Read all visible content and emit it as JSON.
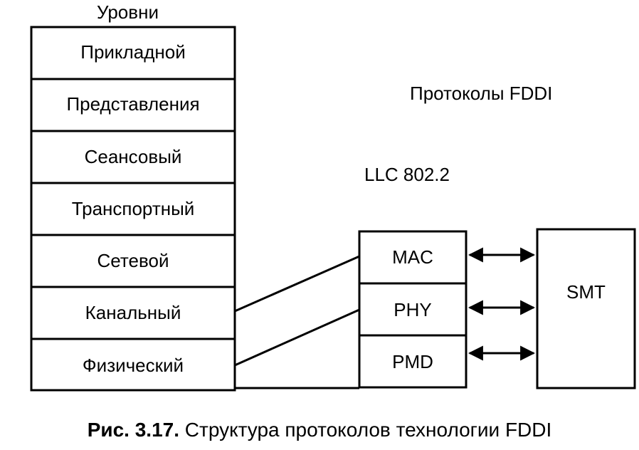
{
  "osi": {
    "heading": "Уровни",
    "layers": [
      "Прикладной",
      "Представления",
      "Сеансовый",
      "Транспортный",
      "Сетевой",
      "Канальный",
      "Физический"
    ]
  },
  "fddi": {
    "heading": "Протоколы FDDI",
    "llc": "LLC 802.2",
    "sublayers": [
      "MAC",
      "PHY",
      "PMD"
    ],
    "management": "SMT"
  },
  "caption": {
    "prefix": "Рис. 3.17.",
    "text": " Структура протоколов технологии FDDI"
  }
}
